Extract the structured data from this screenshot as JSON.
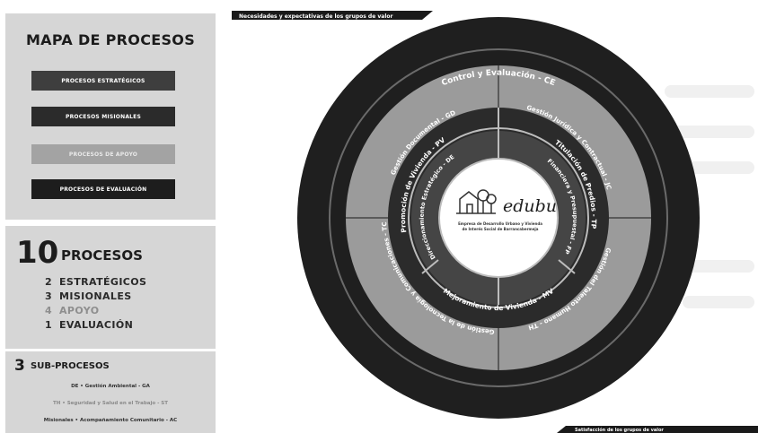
{
  "map": {
    "title": "MAPA DE PROCESOS",
    "legend": {
      "estrategicos": "PROCESOS ESTRATÉGICOS",
      "misionales": "PROCESOS MISIONALES",
      "apoyo": "PROCESOS DE APOYO",
      "evaluacion": "PROCESOS DE EVALUACIÓN"
    }
  },
  "summary": {
    "total_number": "10",
    "total_label": "PROCESOS",
    "rows": [
      {
        "n": "2",
        "label": "ESTRATÉGICOS"
      },
      {
        "n": "3",
        "label": "MISIONALES"
      },
      {
        "n": "4",
        "label": "APOYO"
      },
      {
        "n": "1",
        "label": "EVALUACIÓN"
      }
    ]
  },
  "subprocesses": {
    "number": "3",
    "label": "SUB-PROCESOS",
    "rows": [
      "DE • Gestión Ambiental - GA",
      "TH • Seguridad y Salud en el Trabajo - ST",
      "Misionales • Acompañamiento Comunitario - AC"
    ]
  },
  "diagram": {
    "top_banner": "Necesidades y expectativas de los grupos de valor",
    "bottom_banner": "Satisfacción de los grupos de valor",
    "outer_ring": "Control y Evaluación - CE",
    "ring_apoyo": {
      "gd": "Gestión Documental - GD",
      "gj": "Gestión Jurídica y Contractual - JC",
      "th": "Gestión del Talento Humano - TH",
      "tc": "Gestión de la Tecnología y Comunicaciones - TC"
    },
    "ring_misional": {
      "pv": "Promoción de Vivienda - PV",
      "tp": "Titulación de Predios - TP",
      "mv": "Mejoramiento de Vivienda - MV"
    },
    "ring_estrategico": {
      "de": "Direccionamiento Estratégico - DE",
      "fp": "Financiera y Presupuestal - FP"
    },
    "logo_text": "edubu",
    "logo_caption_1": "Empresa de Desarrollo Urbano y Vivienda",
    "logo_caption_2": "de Interés Social de Barrancabermeja"
  },
  "colors": {
    "evaluacion": "#1f1f1f",
    "apoyo": "#9b9b9b",
    "misional": "#2b2b2b",
    "estrategico": "#454545",
    "panel": "#d6d6d6"
  }
}
